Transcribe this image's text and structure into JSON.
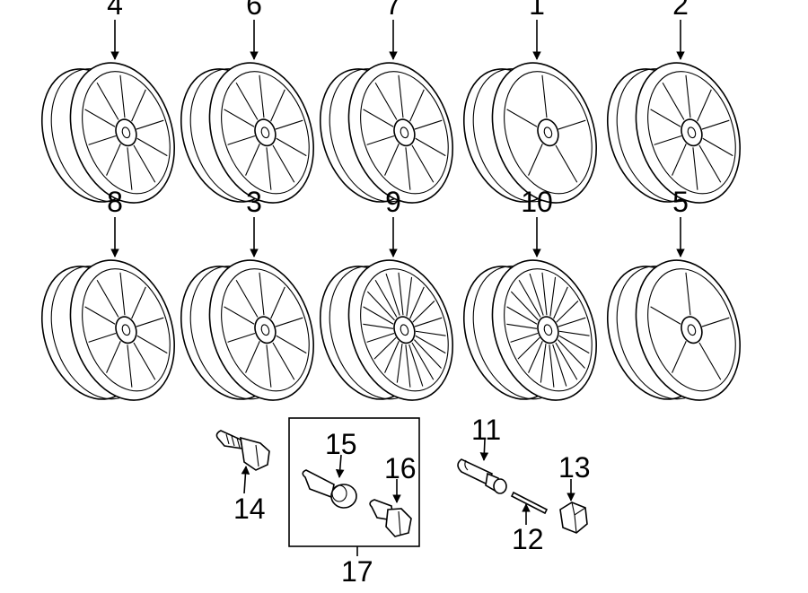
{
  "diagram": {
    "wheels": [
      {
        "callout": "4"
      },
      {
        "callout": "6"
      },
      {
        "callout": "7"
      },
      {
        "callout": "1"
      },
      {
        "callout": "2"
      },
      {
        "callout": "8"
      },
      {
        "callout": "3"
      },
      {
        "callout": "9"
      },
      {
        "callout": "10"
      },
      {
        "callout": "5"
      }
    ],
    "parts": {
      "wheel_bolt": {
        "callout": "14"
      },
      "lock_kit": {
        "callout": "17"
      },
      "lock_bolt": {
        "callout": "15"
      },
      "lock_key": {
        "callout": "16"
      },
      "valve_stem": {
        "callout": "11"
      },
      "valve_core": {
        "callout": "12"
      },
      "valve_cap": {
        "callout": "13"
      }
    }
  }
}
